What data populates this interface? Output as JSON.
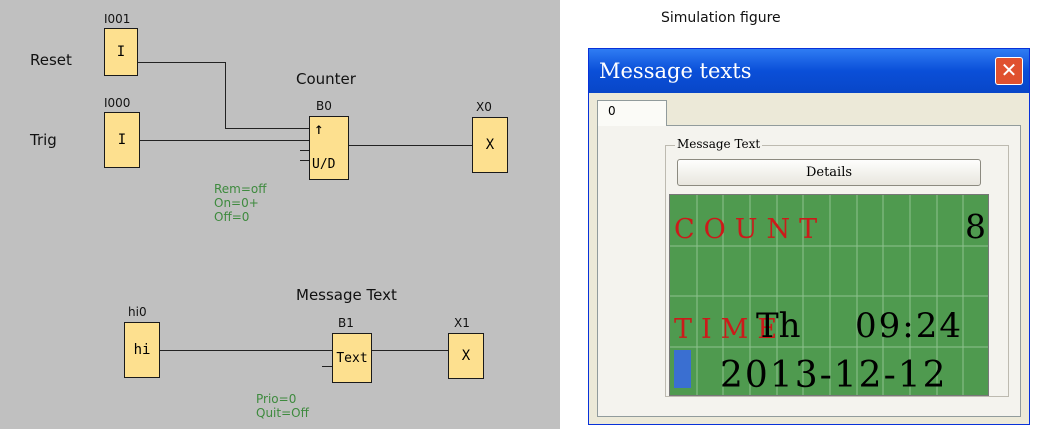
{
  "diagram": {
    "blocks": [
      {
        "id": "I001",
        "label": "Reset",
        "glyph": "I"
      },
      {
        "id": "I000",
        "label": "Trig",
        "glyph": "I"
      },
      {
        "id": "B0",
        "title": "Counter",
        "glyph_top": "↑",
        "glyph_bottom": "U/D"
      },
      {
        "id": "X0",
        "glyph": "X"
      },
      {
        "id": "hi0",
        "glyph": "hi"
      },
      {
        "id": "B1",
        "title": "Message Text",
        "glyph": "Text"
      },
      {
        "id": "X1",
        "glyph": "X"
      }
    ],
    "counter_params": [
      "Rem=off",
      "On=0+",
      "Off=0"
    ],
    "msg_params": [
      "Prio=0",
      "Quit=Off"
    ]
  },
  "simulation": {
    "caption": "Simulation figure",
    "window_title": "Message texts",
    "close_glyph": "✕",
    "tab_label": "0",
    "group_label": "Message Text",
    "details_label": "Details",
    "lcd": {
      "row1_label": "COUNT",
      "row1_value": "8",
      "row3_label": "TIME",
      "row3_day": "Th",
      "row3_time": "09:24",
      "row4_date": "2013-12-12"
    },
    "colors": {
      "lcd_bg": "#4f9a4f",
      "lcd_red": "#cc1a1a",
      "cursor_blue": "#3a6fd1"
    }
  }
}
